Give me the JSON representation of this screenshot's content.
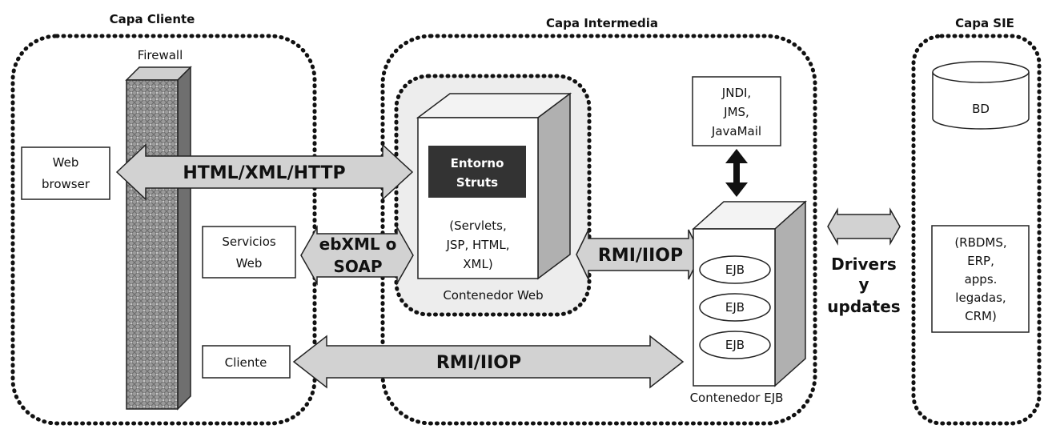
{
  "layers": {
    "client": "Capa Cliente",
    "middle": "Capa Intermedia",
    "eis": "Capa SIE"
  },
  "firewall": "Firewall",
  "client_boxes": {
    "web_browser": [
      "Web",
      "browser"
    ],
    "web_services": [
      "Servicios",
      "Web"
    ],
    "client": "Cliente"
  },
  "arrows": {
    "http": "HTML/XML/HTTP",
    "soap": [
      "ebXML o",
      "SOAP"
    ],
    "rmi_web_ejb": "RMI/IIOP",
    "rmi_client_ejb": "RMI/IIOP",
    "drivers": [
      "Drivers",
      "y",
      "updates"
    ]
  },
  "web_container": {
    "framework": [
      "Entorno",
      "Struts"
    ],
    "contents": [
      "(Servlets,",
      "JSP, HTML,",
      "XML)"
    ],
    "label": "Contenedor Web"
  },
  "services_box": [
    "JNDI,",
    "JMS,",
    "JavaMail"
  ],
  "ejb_container": {
    "beans": [
      "EJB",
      "EJB",
      "EJB"
    ],
    "label": "Contenedor EJB"
  },
  "eis": {
    "database": "BD",
    "systems": [
      "(RBDMS,",
      "ERP,",
      "apps.",
      "legadas,",
      "CRM)"
    ]
  }
}
